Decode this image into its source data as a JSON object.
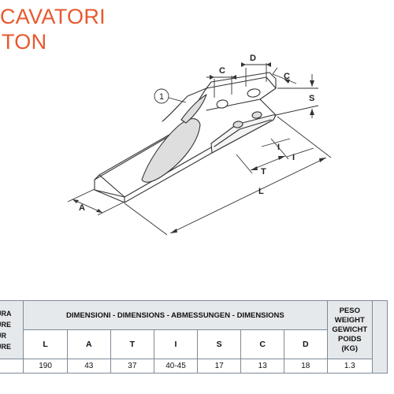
{
  "title": {
    "line1": "CAVATORI",
    "line2": "TON"
  },
  "drawing": {
    "callout_number": "1",
    "dimension_labels": {
      "A": "A",
      "C_left": "C",
      "D": "D",
      "C_right": "C",
      "S": "S",
      "I_upper": "I",
      "I_lower": "I",
      "T": "T",
      "L": "L"
    }
  },
  "table": {
    "figure_header_lines": [
      "URA",
      "URE",
      "UR",
      "URE"
    ],
    "dimensions_header": "DIMENSIONI - DIMENSIONS - ABMESSUNGEN - DIMENSIONS",
    "weight_header_lines": [
      "PESO",
      "WEIGHT",
      "GEWICHT",
      "POIDS",
      "(KG)"
    ],
    "columns": [
      "L",
      "A",
      "T",
      "I",
      "S",
      "C",
      "D"
    ],
    "values": [
      "190",
      "43",
      "37",
      "40-45",
      "17",
      "13",
      "18"
    ],
    "weight_value": "1.3"
  },
  "colors": {
    "title": "#e8582f",
    "outline": "#333333",
    "part_fill": "#ffffff",
    "shading": "#dedede",
    "header_fill": "#e6e9ec",
    "table_border": "#7d8b98"
  }
}
